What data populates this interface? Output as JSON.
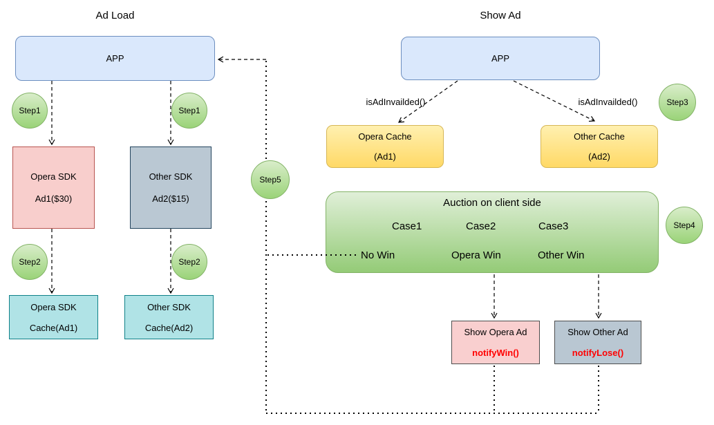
{
  "titles": {
    "ad_load": "Ad Load",
    "show_ad": "Show Ad"
  },
  "app_left": {
    "label": "APP"
  },
  "app_right": {
    "label": "APP"
  },
  "badges": {
    "step1_left": "Step1",
    "step1_right": "Step1",
    "step2_left": "Step2",
    "step2_right": "Step2",
    "step3": "Step3",
    "step4": "Step4",
    "step5": "Step5"
  },
  "boxes": {
    "opera_sdk": {
      "line1": "Opera SDK",
      "line2": "Ad1($30)"
    },
    "other_sdk": {
      "line1": "Other SDK",
      "line2": "Ad2($15)"
    },
    "opera_sdk_cache": {
      "line1": "Opera SDK",
      "line2": "Cache(Ad1)"
    },
    "other_sdk_cache": {
      "line1": "Other SDK",
      "line2": "Cache(Ad2)"
    },
    "opera_cache": {
      "line1": "Opera Cache",
      "line2": "(Ad1)"
    },
    "other_cache": {
      "line1": "Other Cache",
      "line2": "(Ad2)"
    },
    "show_opera": {
      "line1": "Show Opera Ad",
      "line2": "notifyWin()"
    },
    "show_other": {
      "line1": "Show Other Ad",
      "line2": "notifyLose()"
    }
  },
  "labels": {
    "is_ad_invailded_left": "isAdInvailded()",
    "is_ad_invailded_right": "isAdInvailded()"
  },
  "auction": {
    "title": "Auction on client side",
    "cases": [
      "Case1",
      "Case2",
      "Case3"
    ],
    "outcomes": [
      "No Win",
      "Opera Win",
      "Other Win"
    ]
  },
  "colors": {
    "app_fill": "#dae8fc",
    "app_stroke": "#6c8ebf",
    "pink_fill": "#f8cecc",
    "pink_stroke": "#b85450",
    "gray_fill": "#bac8d3",
    "gray_stroke": "#23445d",
    "teal_fill": "#b0e3e6",
    "teal_stroke": "#0e8088",
    "yellow_fill": "#ffd966",
    "yellow_stroke": "#d6b656",
    "green_fill": "#97d077",
    "green_stroke": "#82b366",
    "alert_text": "#ff0000",
    "connector": "#000000"
  }
}
